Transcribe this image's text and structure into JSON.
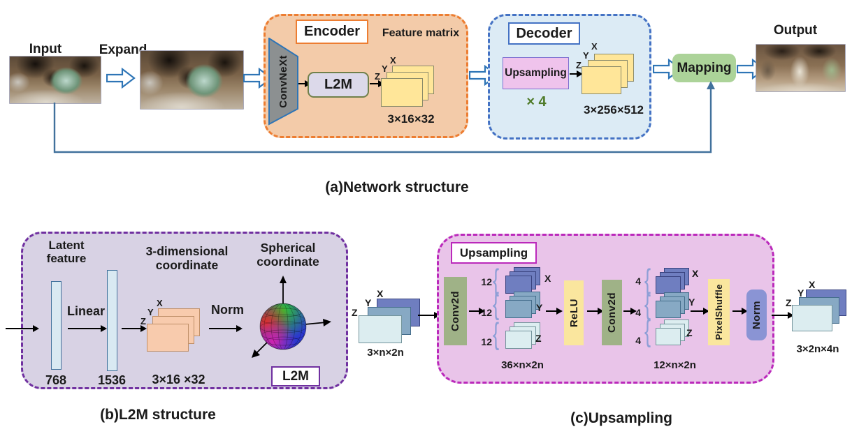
{
  "a": {
    "caption": "(a)Network structure",
    "input_label": "Input",
    "expand_label": "Expand",
    "output_label": "Output",
    "encoder": {
      "title": "Encoder",
      "feature_matrix": "Feature matrix",
      "convnext": "ConvNeXt",
      "l2m": "L2M",
      "dims": "3×16×32"
    },
    "decoder": {
      "title": "Decoder",
      "upsampling": "Upsampling",
      "multiplier": "× 4",
      "dims": "3×256×512"
    },
    "mapping_label": "Mapping"
  },
  "b": {
    "caption": "(b)L2M structure",
    "latent": [
      "Latent",
      "feature"
    ],
    "bar1_size": "768",
    "bar2_size": "1536",
    "linear_label": "Linear",
    "coord3d": [
      "3-dimensional",
      "coordinate"
    ],
    "dims": "3×16 ×32",
    "norm_label": "Norm",
    "spherical": [
      "Spherical",
      "coordinate"
    ],
    "l2m_label": "L2M"
  },
  "mid": {
    "dims": "3×n×2n"
  },
  "c": {
    "caption": "(c)Upsampling",
    "title": "Upsampling",
    "conv2d_label": "Conv2d",
    "relu_label": "ReLU",
    "pixelshuffle_label": "PixelShuffle",
    "norm_label": "Norm",
    "group1_count": "12",
    "group2_count": "4",
    "group1_dims": "36×n×2n",
    "group2_dims": "12×n×2n",
    "out_dims": "3×2n×4n"
  },
  "axes": {
    "x": "X",
    "y": "Y",
    "z": "Z"
  },
  "colors": {
    "encoder_fill": "#F3CBA9",
    "encoder_border": "#ED7D31",
    "decoder_fill": "#DCEBF5",
    "decoder_border": "#4472C4",
    "b_fill": "#D8D2E4",
    "b_border": "#7030A0",
    "c_fill": "#E9C4E9",
    "c_border": "#BB29BB",
    "mapping_fill": "#ACD399",
    "times4_green": "#4E7A28",
    "yellow_card": "#FFE699",
    "orange_card": "#F8CBAD",
    "x_card": "#6F7EC0",
    "y_card": "#87A9C4",
    "z_card": "#DCEDF0",
    "conv_green": "#9FB287",
    "relu_yellow": "#FAE69E",
    "norm_purple": "#8A94D4",
    "pink_box": "#EFC3EC",
    "l2m_fill": "#DCD9EA",
    "bar_fill": "#D9E9F2",
    "big_arrow_stroke": "#2E75B6",
    "skip_line": "#41719C"
  }
}
